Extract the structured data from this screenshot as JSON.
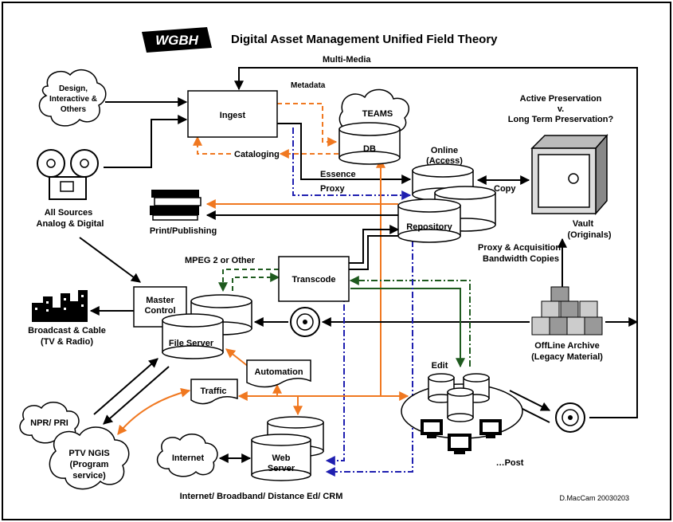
{
  "header": {
    "logo_text": "WGBH",
    "title": "Digital Asset Management Unified Field Theory"
  },
  "labels": {
    "multimedia": "Multi-Media",
    "metadata": "Metadata",
    "ingest": "Ingest",
    "teams": "TEAMS",
    "db": "DB",
    "cataloging": "Cataloging",
    "essence": "Essence",
    "proxy": "Proxy",
    "online_line1": "Online",
    "online_line2": "(Access)",
    "copy": "Copy",
    "vault_line1": "Vault",
    "vault_line2": "(Originals)",
    "preservation_line1": "Active Preservation",
    "preservation_line2": "v.",
    "preservation_line3": "Long Term Preservation?",
    "design_line1": "Design,",
    "design_line2": "Interactive &",
    "design_line3": "Others",
    "all_sources_line1": "All Sources",
    "all_sources_line2": "Analog & Digital",
    "print_publishing": "Print/Publishing",
    "repository": "Repository",
    "proxy_acq_line1": "Proxy & Acquisition",
    "proxy_acq_line2": "Bandwidth Copies",
    "mpeg": "MPEG 2 or Other",
    "transcode": "Transcode",
    "master_control_line1": "Master",
    "master_control_line2": "Control",
    "file_server": "File Server",
    "broadcast_line1": "Broadcast & Cable",
    "broadcast_line2": "(TV & Radio)",
    "offline_line1": "OffLine Archive",
    "offline_line2": "(Legacy Material)",
    "edit": "Edit",
    "automation": "Automation",
    "traffic": "Traffic",
    "npr": "NPR/ PRI",
    "ptv_line1": "PTV NGIS",
    "ptv_line2": "(Program",
    "ptv_line3": "service)",
    "internet": "Internet",
    "web_server_line1": "Web",
    "web_server_line2": "Server",
    "post": "…Post",
    "bottom_caption": "Internet/ Broadband/ Distance Ed/ CRM",
    "credit": "D.MacCam  20030203"
  },
  "colors": {
    "orange": "#f07820",
    "blue": "#1f1fb0",
    "green": "#1e5a1e",
    "black": "#000000"
  },
  "icons": {
    "reel": "tape-reel-icon",
    "books": "books-icon",
    "city": "city-skyline-icon",
    "safe": "safe-vault-icon",
    "boxes": "archive-boxes-icon",
    "computer": "computer-workstation-icon",
    "camera": "tape-deck-icon"
  }
}
